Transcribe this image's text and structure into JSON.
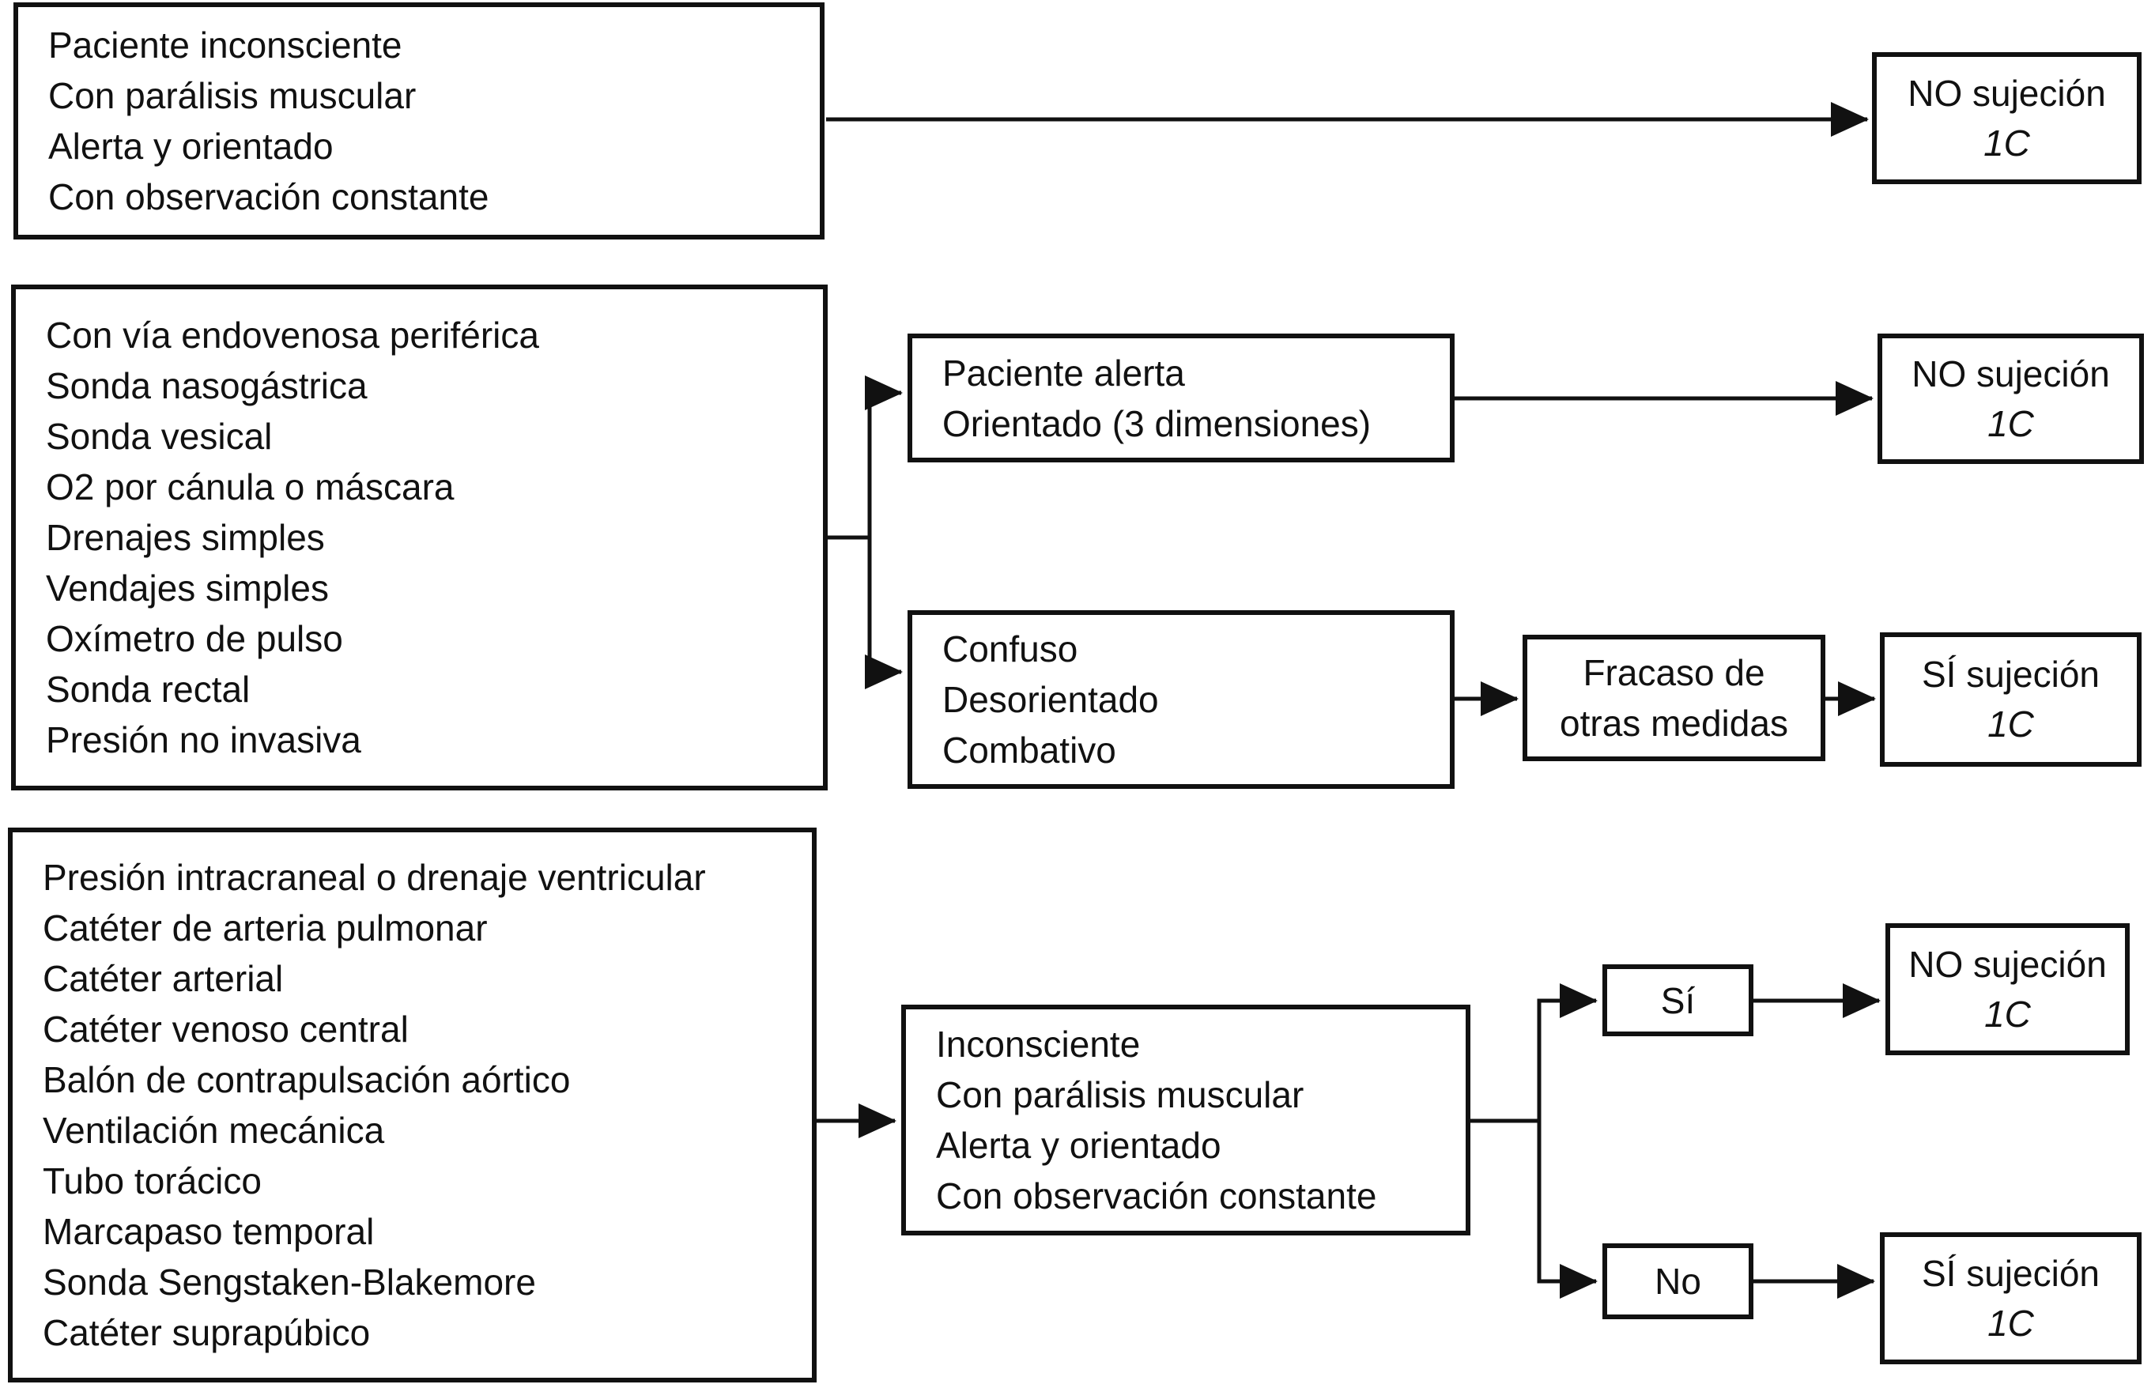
{
  "palette": {
    "ink": "#111111",
    "background": "#ffffff"
  },
  "section_top": {
    "criteria": [
      "Paciente inconsciente",
      "Con parálisis muscular",
      "Alerta y orientado",
      "Con observación constante"
    ],
    "result": {
      "label": "NO sujeción",
      "grade": "1C"
    }
  },
  "section_middle": {
    "devices": [
      "Con vía endovenosa periférica",
      "Sonda nasogástrica",
      "Sonda vesical",
      "O2 por cánula o máscara",
      "Drenajes simples",
      "Vendajes simples",
      "Oxímetro de pulso",
      "Sonda rectal",
      "Presión no invasiva"
    ],
    "alert": [
      "Paciente alerta",
      "Orientado (3 dimensiones)"
    ],
    "confused": [
      "Confuso",
      "Desorientado",
      "Combativo"
    ],
    "failure": [
      "Fracaso de",
      "otras medidas"
    ],
    "result_alert": {
      "label": "NO sujeción",
      "grade": "1C"
    },
    "result_confused": {
      "label": "SÍ sujeción",
      "grade": "1C"
    }
  },
  "section_bottom": {
    "devices": [
      "Presión intracraneal o drenaje ventricular",
      "Catéter de arteria pulmonar",
      "Catéter arterial",
      "Catéter venoso central",
      "Balón de contrapulsación aórtico",
      "Ventilación mecánica",
      "Tubo torácico",
      "Marcapaso temporal",
      "Sonda Sengstaken-Blakemore",
      "Catéter suprapúbico"
    ],
    "state": [
      "Inconsciente",
      "Con parálisis muscular",
      "Alerta y orientado",
      "Con observación constante"
    ],
    "yes_label": "Sí",
    "no_label": "No",
    "result_yes_branch": {
      "label": "NO sujeción",
      "grade": "1C"
    },
    "result_no_branch": {
      "label": "SÍ sujeción",
      "grade": "1C"
    }
  }
}
